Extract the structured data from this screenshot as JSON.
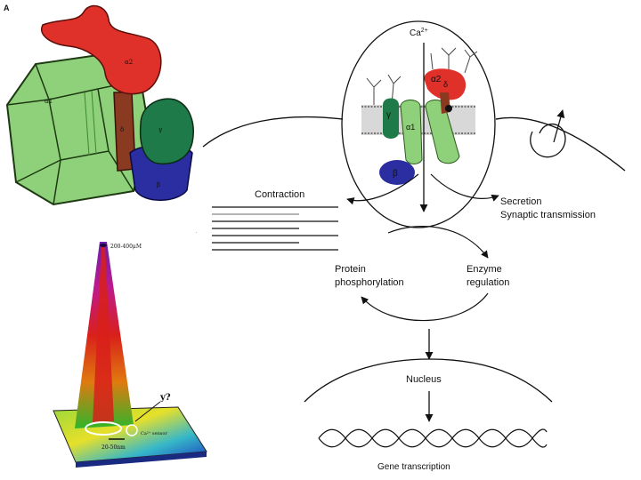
{
  "panel_letter": "A",
  "structure_labels": {
    "alpha2": "α2",
    "alpha1": "α1",
    "delta": "δ",
    "gamma": "γ",
    "beta": "β"
  },
  "channel_labels": {
    "ca": "Ca",
    "ca_sup": "2+",
    "alpha2": "α2",
    "delta": "δ",
    "gamma": "γ",
    "alpha1": "α1",
    "beta": "β"
  },
  "microdomain": {
    "top_conc": "200-400μM",
    "question": "y?",
    "sensor": "Ca²⁺ sensor",
    "distance": "20-50nm"
  },
  "pathway": {
    "contraction": "Contraction",
    "secretion": "Secretion",
    "synaptic": "Synaptic transmission",
    "protein": "Protein",
    "phosphorylation": "phosphorylation",
    "enzyme": "Enzyme",
    "regulation": "regulation",
    "nucleus": "Nucleus",
    "gene": "Gene transcription"
  },
  "colors": {
    "alpha1_green": "#8fd17a",
    "alpha2_red": "#e0302a",
    "delta_brown": "#8b3a22",
    "gamma_green": "#1f7a4a",
    "beta_blue": "#2a2ea0"
  }
}
